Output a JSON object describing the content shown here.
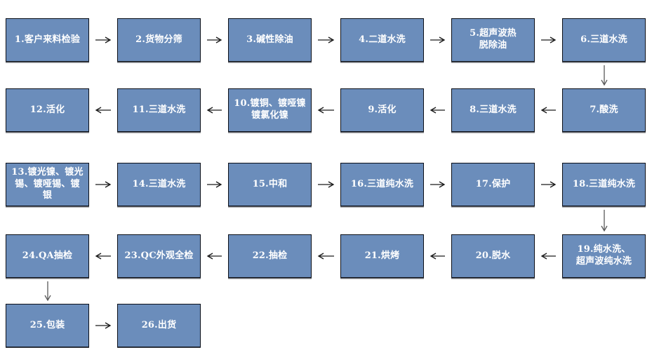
{
  "diagram": {
    "type": "flowchart",
    "colors": {
      "node_fill": "#6b8dbb",
      "node_border": "#0b0f18",
      "label_color": "#ffffff",
      "arrow_color": "#1a1a1a",
      "arrow_down_color": "#595959",
      "background": "#ffffff"
    },
    "nodes": [
      {
        "id": 1,
        "label": "1.客户来料检验"
      },
      {
        "id": 2,
        "label": "2.货物分筛"
      },
      {
        "id": 3,
        "label": "3.碱性除油"
      },
      {
        "id": 4,
        "label": "4.二道水洗"
      },
      {
        "id": 5,
        "label": "5.超声波热\n脱除油"
      },
      {
        "id": 6,
        "label": "6.三道水洗"
      },
      {
        "id": 7,
        "label": "7.酸洗"
      },
      {
        "id": 8,
        "label": "8.三道水洗"
      },
      {
        "id": 9,
        "label": "9.活化"
      },
      {
        "id": 10,
        "label": "10.镀铜、镀哑镍\n镀氯化镍"
      },
      {
        "id": 11,
        "label": "11.三道水洗"
      },
      {
        "id": 12,
        "label": "12.活化"
      },
      {
        "id": 13,
        "label": "13.镀光镍、镀光\n锡、镀哑锡、镀\n银"
      },
      {
        "id": 14,
        "label": "14.三道水洗"
      },
      {
        "id": 15,
        "label": "15.中和"
      },
      {
        "id": 16,
        "label": "16.三道纯水洗"
      },
      {
        "id": 17,
        "label": "17.保护"
      },
      {
        "id": 18,
        "label": "18.三道纯水洗"
      },
      {
        "id": 19,
        "label": "19.纯水洗、\n超声波纯水洗"
      },
      {
        "id": 20,
        "label": "20.脱水"
      },
      {
        "id": 21,
        "label": "21.烘烤"
      },
      {
        "id": 22,
        "label": "22.抽检"
      },
      {
        "id": 23,
        "label": "23.QC外观全检"
      },
      {
        "id": 24,
        "label": "24.QA抽检"
      },
      {
        "id": 25,
        "label": "25.包装"
      },
      {
        "id": 26,
        "label": "26.出货"
      }
    ],
    "connections": [
      {
        "from": 1,
        "to": 2,
        "dir": "right"
      },
      {
        "from": 2,
        "to": 3,
        "dir": "right"
      },
      {
        "from": 3,
        "to": 4,
        "dir": "right"
      },
      {
        "from": 4,
        "to": 5,
        "dir": "right"
      },
      {
        "from": 5,
        "to": 6,
        "dir": "right"
      },
      {
        "from": 6,
        "to": 7,
        "dir": "down"
      },
      {
        "from": 7,
        "to": 8,
        "dir": "left"
      },
      {
        "from": 8,
        "to": 9,
        "dir": "left"
      },
      {
        "from": 9,
        "to": 10,
        "dir": "left"
      },
      {
        "from": 10,
        "to": 11,
        "dir": "left"
      },
      {
        "from": 11,
        "to": 12,
        "dir": "left"
      },
      {
        "from": 13,
        "to": 14,
        "dir": "right"
      },
      {
        "from": 14,
        "to": 15,
        "dir": "right"
      },
      {
        "from": 15,
        "to": 16,
        "dir": "right"
      },
      {
        "from": 16,
        "to": 17,
        "dir": "right"
      },
      {
        "from": 17,
        "to": 18,
        "dir": "right"
      },
      {
        "from": 18,
        "to": 19,
        "dir": "down"
      },
      {
        "from": 19,
        "to": 20,
        "dir": "left"
      },
      {
        "from": 20,
        "to": 21,
        "dir": "left"
      },
      {
        "from": 21,
        "to": 22,
        "dir": "left"
      },
      {
        "from": 22,
        "to": 23,
        "dir": "left"
      },
      {
        "from": 23,
        "to": 24,
        "dir": "left"
      },
      {
        "from": 24,
        "to": 25,
        "dir": "down"
      },
      {
        "from": 25,
        "to": 26,
        "dir": "right"
      }
    ]
  }
}
